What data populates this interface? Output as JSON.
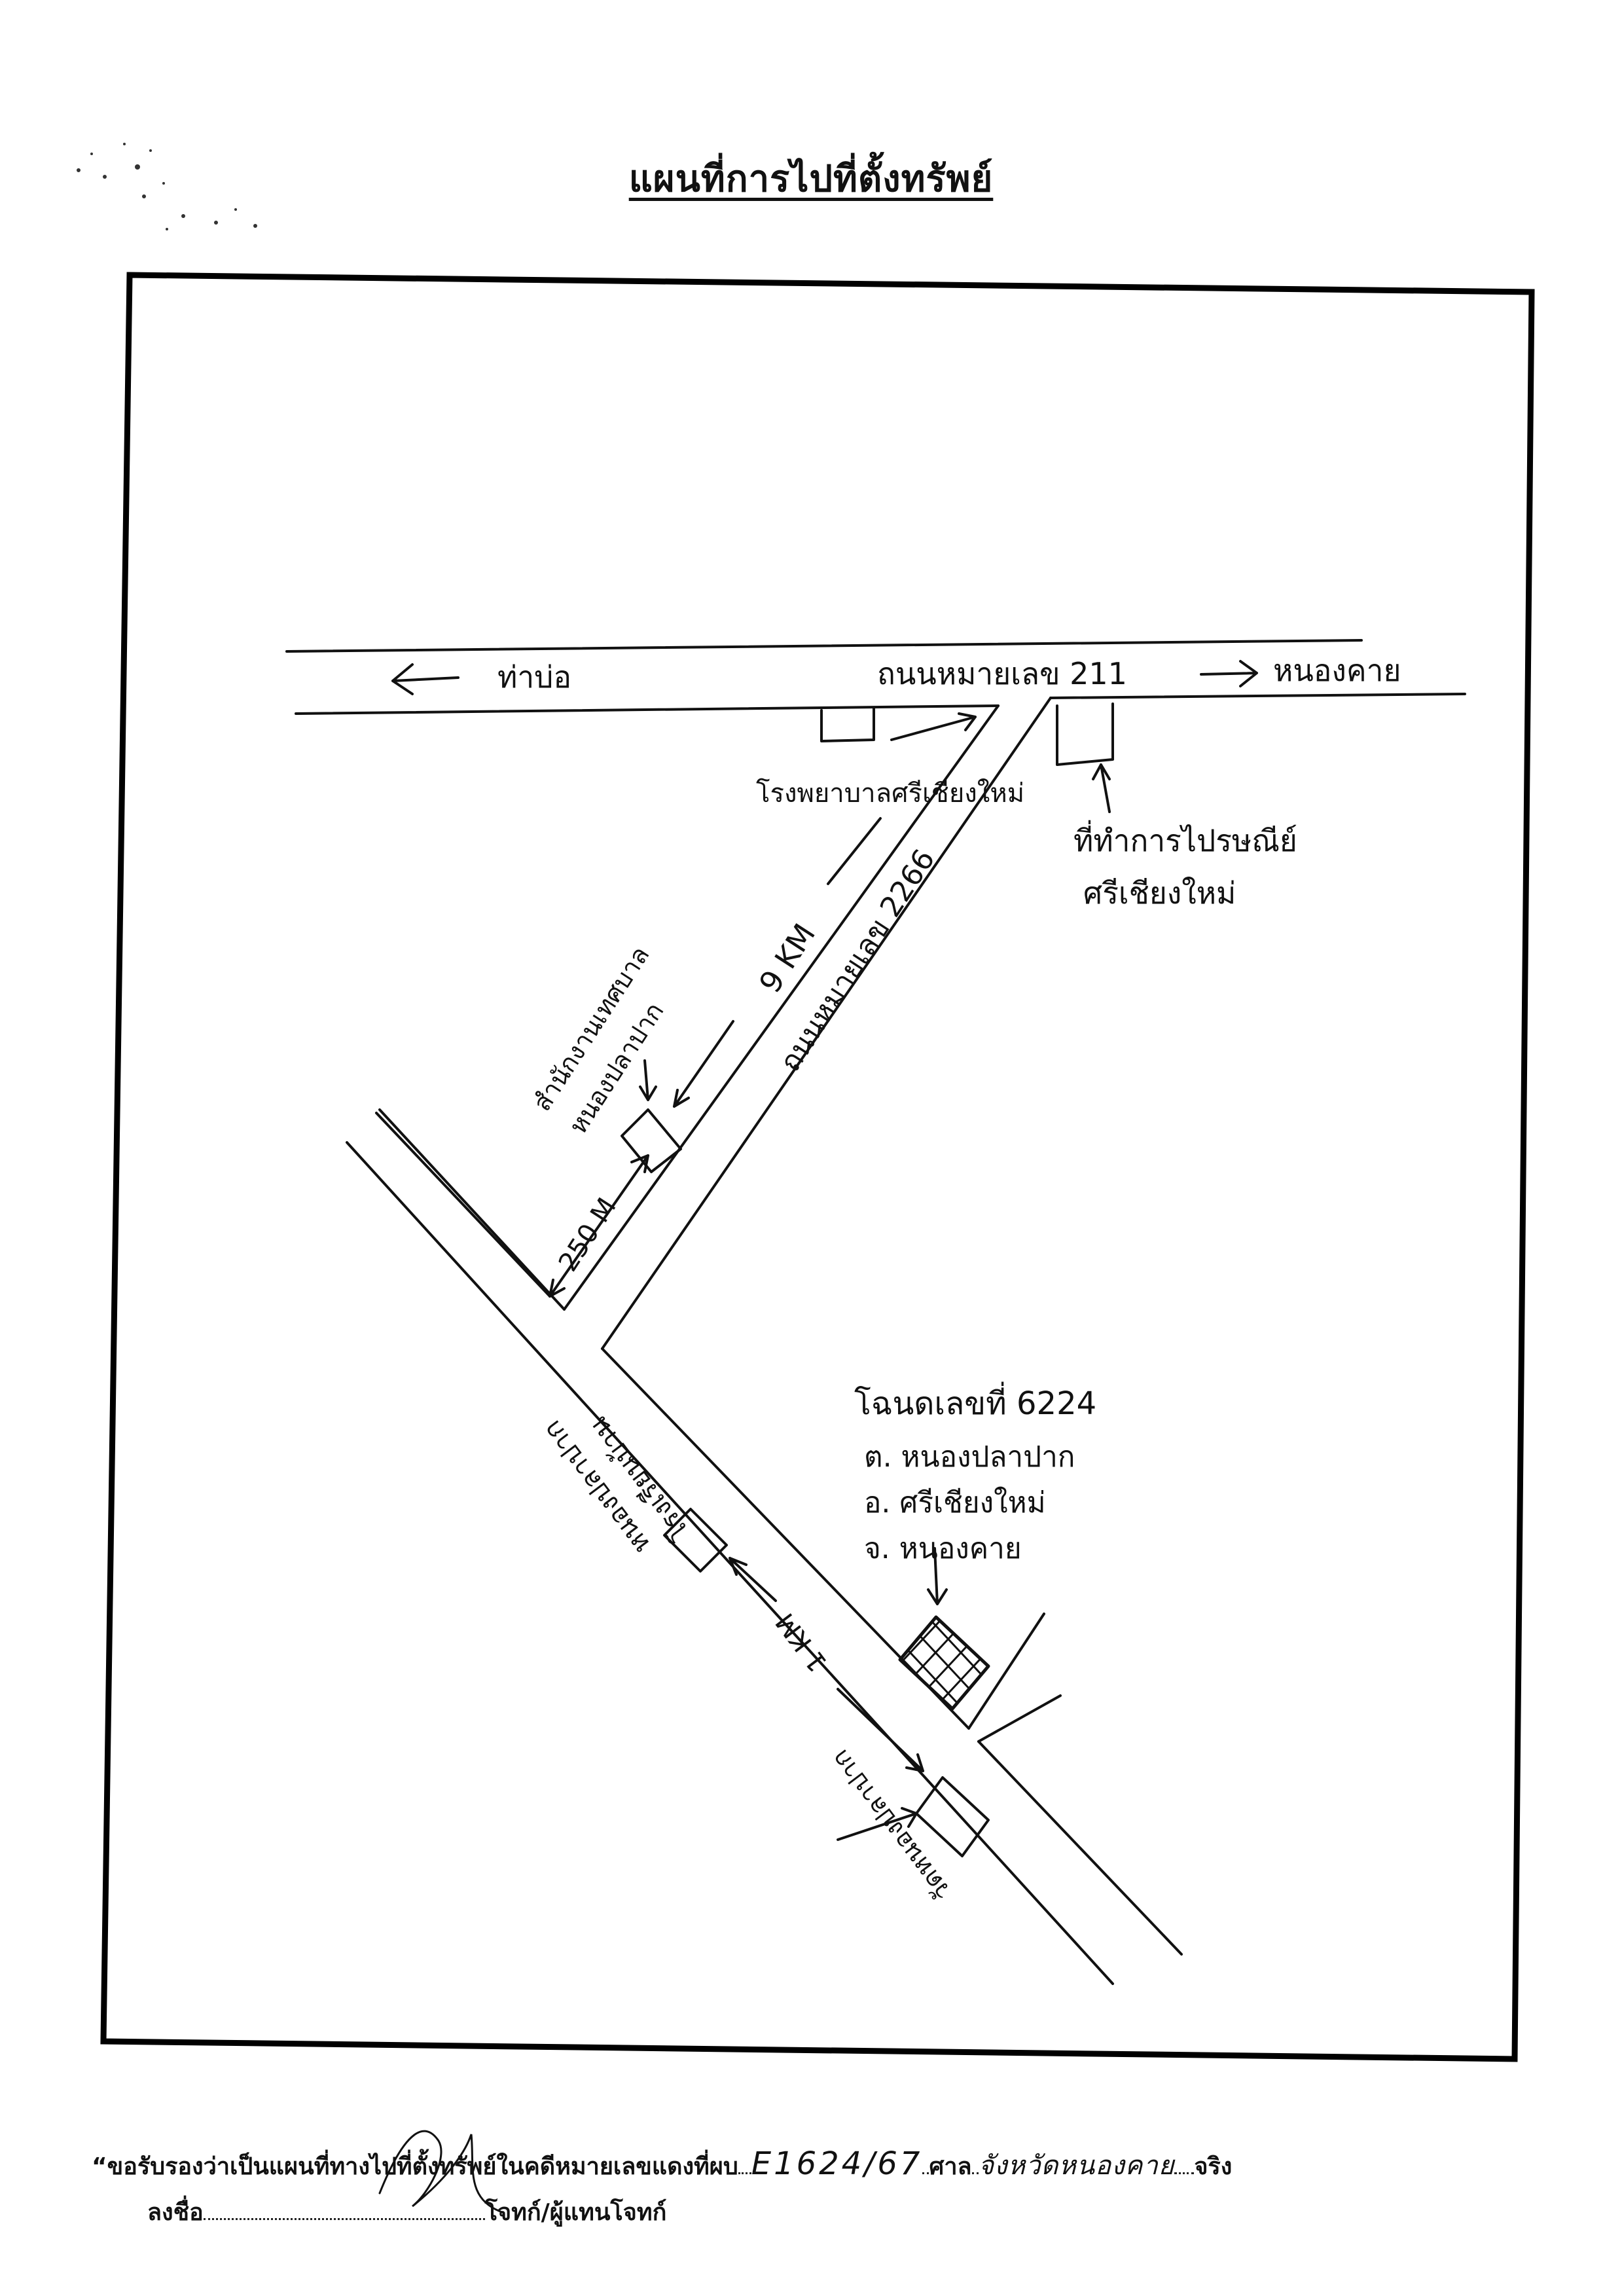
{
  "title": "แผนที่การไปที่ตั้งทรัพย์",
  "labels": {
    "west_destination": "ท่าบ่อ",
    "main_highway": "ถนนหมายเลข 211",
    "east_destination": "หนองคาย",
    "hospital": "โรงพยาบาลศรีเชียงใหม่",
    "post_office_line1": "ที่ทำการไปรษณีย์",
    "post_office_line2": "ศรีเชียงใหม่",
    "diagonal_road": "ถนนหมายเลข 2266",
    "distance_9km": "9 KM",
    "sao_office_line1": "สำนักงานเทศบาล",
    "sao_office_line2": "หนองปลาปาก",
    "distance_250m": "250 M",
    "school_line1": "โรงเรียนบ้าน",
    "school_line2": "หนองปลาปาก",
    "distance_1km": "1 KM",
    "temple_line1": "วัดหนองปลาปาก",
    "temple_line2": "",
    "property_deed": "โฉนดเลขที่ 6224",
    "property_subdistrict": "ต. หนองปลาปาก",
    "property_district": "อ. ศรีเชียงใหม่",
    "property_province": "จ. หนองคาย"
  },
  "footer": {
    "certify_prefix": "“ขอรับรองว่าเป็นแผนที่ทางไปที่ตั้งทรัพย์ในคดีหมายเลขแดงที่ผบ",
    "case_number": "E1624/67",
    "court_label": "ศาล",
    "court_name": "จังหวัดหนองคาย",
    "true_label": "จริง",
    "sign_label": "ลงชื่อ",
    "role_label": "โจทก์/ผู้แทนโจทก์"
  }
}
